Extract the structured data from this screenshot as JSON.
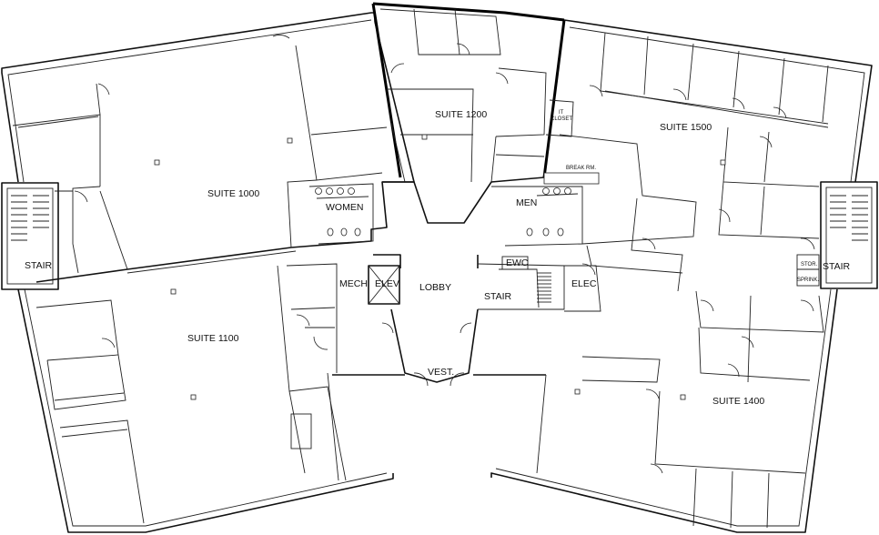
{
  "labels": {
    "suite_1000": "SUITE 1000",
    "suite_1100": "SUITE 1100",
    "suite_1200": "SUITE 1200",
    "suite_1500": "SUITE 1500",
    "suite_1400": "SUITE 1400",
    "women": "WOMEN",
    "men": "MEN",
    "mech": "MECH",
    "elev": "ELEV",
    "lobby": "LOBBY",
    "vest": "VEST.",
    "ewc": "EWC",
    "stair_center": "STAIR",
    "elec": "ELEC",
    "stair_left": "STAIR",
    "stair_right": "STAIR",
    "it_closet_1": "IT",
    "it_closet_2": "CLOSET",
    "break_rm": "BREAK RM.",
    "stor": "STOR.",
    "sprink": "SPRINK."
  }
}
